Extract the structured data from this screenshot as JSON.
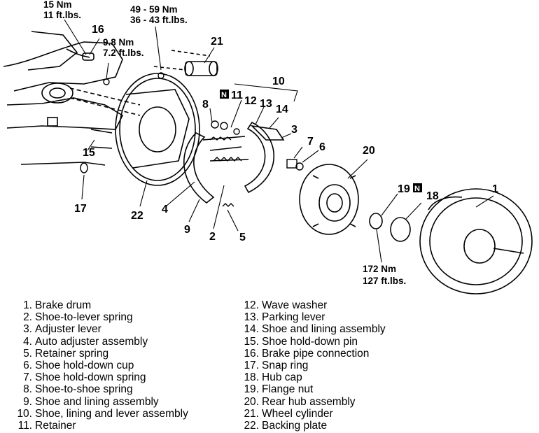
{
  "callouts": {
    "c1": "1",
    "c2": "2",
    "c3": "3",
    "c4": "4",
    "c5": "5",
    "c6": "6",
    "c7": "7",
    "c8": "8",
    "c9": "9",
    "c10": "10",
    "c11": "11",
    "c12": "12",
    "c13": "13",
    "c14": "14",
    "c15": "15",
    "c16": "16",
    "c17": "17",
    "c18": "18",
    "c19": "19",
    "c20": "20",
    "c21": "21",
    "c22": "22",
    "n_badge": "N"
  },
  "torque_specs": {
    "brake_pipe_nm": "15 Nm",
    "brake_pipe_ftlbs": "11 ft.lbs.",
    "backing_plate_nm": "49 - 59 Nm",
    "backing_plate_ftlbs": "36 - 43 ft.lbs.",
    "bleeder_nm": "9.8 Nm",
    "bleeder_ftlbs": "7.2 ft.lbs.",
    "flange_nut_nm": "172 Nm",
    "flange_nut_ftlbs": "127 ft.lbs."
  },
  "legend_left": [
    {
      "num": "1.",
      "text": "Brake drum"
    },
    {
      "num": "2.",
      "text": "Shoe-to-lever spring"
    },
    {
      "num": "3.",
      "text": "Adjuster lever"
    },
    {
      "num": "4.",
      "text": "Auto adjuster assembly"
    },
    {
      "num": "5.",
      "text": "Retainer spring"
    },
    {
      "num": "6.",
      "text": "Shoe hold-down cup"
    },
    {
      "num": "7.",
      "text": "Shoe hold-down spring"
    },
    {
      "num": "8.",
      "text": "Shoe-to-shoe spring"
    },
    {
      "num": "9.",
      "text": "Shoe and lining assembly"
    },
    {
      "num": "10.",
      "text": "Shoe, lining and lever assembly"
    },
    {
      "num": "11.",
      "text": "Retainer"
    }
  ],
  "legend_right": [
    {
      "num": "12.",
      "text": "Wave washer"
    },
    {
      "num": "13.",
      "text": "Parking lever"
    },
    {
      "num": "14.",
      "text": "Shoe and lining assembly"
    },
    {
      "num": "15.",
      "text": "Shoe hold-down pin"
    },
    {
      "num": "16.",
      "text": "Brake pipe connection"
    },
    {
      "num": "17.",
      "text": "Snap ring"
    },
    {
      "num": "18.",
      "text": "Hub cap"
    },
    {
      "num": "19.",
      "text": "Flange nut"
    },
    {
      "num": "20.",
      "text": "Rear hub assembly"
    },
    {
      "num": "21.",
      "text": "Wheel cylinder"
    },
    {
      "num": "22.",
      "text": "Backing plate"
    }
  ]
}
